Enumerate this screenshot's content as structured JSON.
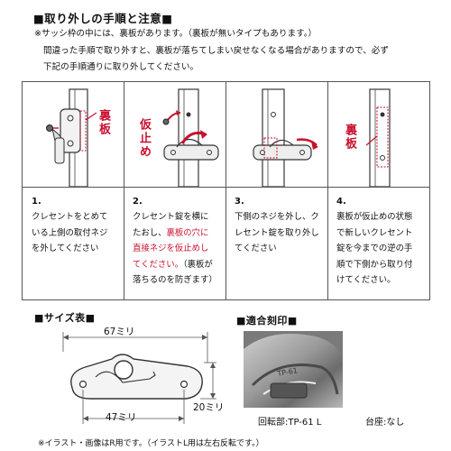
{
  "header": {
    "title": "■取り外しの手順と注意■"
  },
  "notes": {
    "line1": "※サッシ枠の中には、裏板があります。（裏板が無いタイプもあります。）",
    "line2": "間違った手順で取り外すと、裏板が落ちてしまい戻せなくなる場合がありますので、必ず",
    "line3": "下記の手順通りに取り外してください。"
  },
  "steps": [
    {
      "number": "1.",
      "lines": [
        "クレセントをとめて",
        "いる上側の取付ネジ",
        "を外してください"
      ],
      "label": "裏板"
    },
    {
      "number": "2.",
      "lines": [
        "クレセント錠を横に",
        "たおし、",
        "裏板の穴に",
        "直接ネジを仮止めし",
        "てください。",
        "（裏板が",
        "落ちるのを防ぎます）"
      ],
      "label": "仮止め"
    },
    {
      "number": "3.",
      "lines": [
        "下側のネジを外し、ク",
        "レセント錠を取り外し",
        "てください"
      ]
    },
    {
      "number": "4.",
      "lines": [
        "裏板が仮止めの状態",
        "で新しいクレセント",
        "錠を今までの逆の手",
        "順で下側から取り付",
        "けてください。"
      ],
      "label": "裏板"
    }
  ],
  "size_table": {
    "title": "■サイズ表■",
    "width_top": "67ミリ",
    "width_bottom": "47ミリ",
    "height": "20ミリ"
  },
  "stamp": {
    "title": "■適合刻印■",
    "rotation_label": "回転部:TP-61 L",
    "base_label": "台座:なし"
  },
  "footer": {
    "note": "※イラスト・画像はR用です。（イラストL用は左右反転です。）"
  }
}
